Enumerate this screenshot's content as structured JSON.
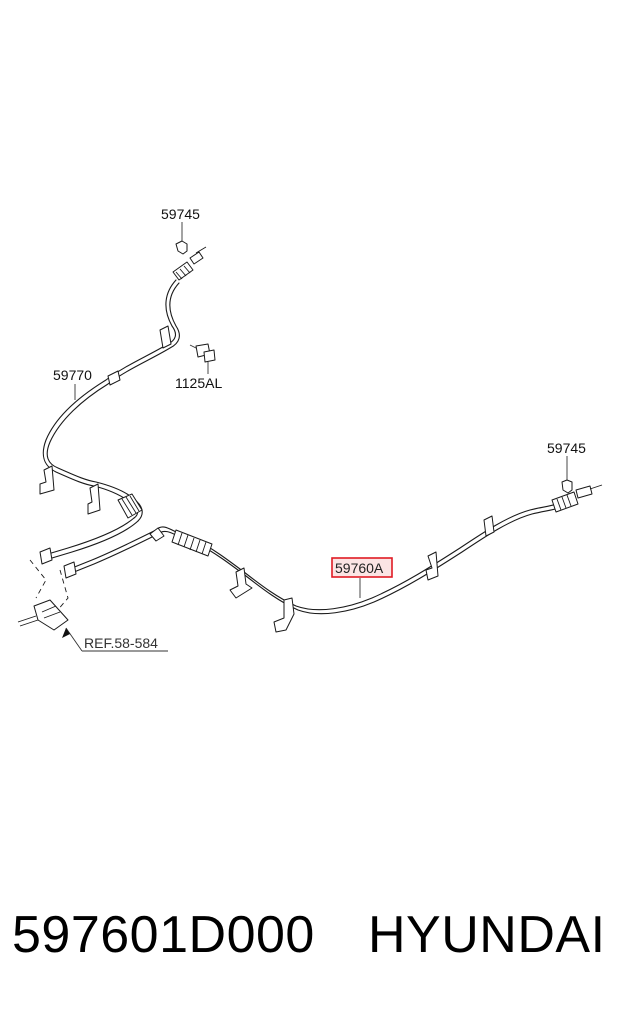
{
  "diagram": {
    "labels": {
      "clip_upper": "59745",
      "clip_right": "59745",
      "cable_left": "59770",
      "bolt": "1125AL",
      "cable_right": "59760A",
      "reference": "REF.58-584"
    },
    "highlight": {
      "part": "59760A",
      "border_color": "#e01b24",
      "fill_color": "#fbe4e4"
    }
  },
  "footer": {
    "part_number": "597601D000",
    "brand": "HYUNDAI"
  }
}
